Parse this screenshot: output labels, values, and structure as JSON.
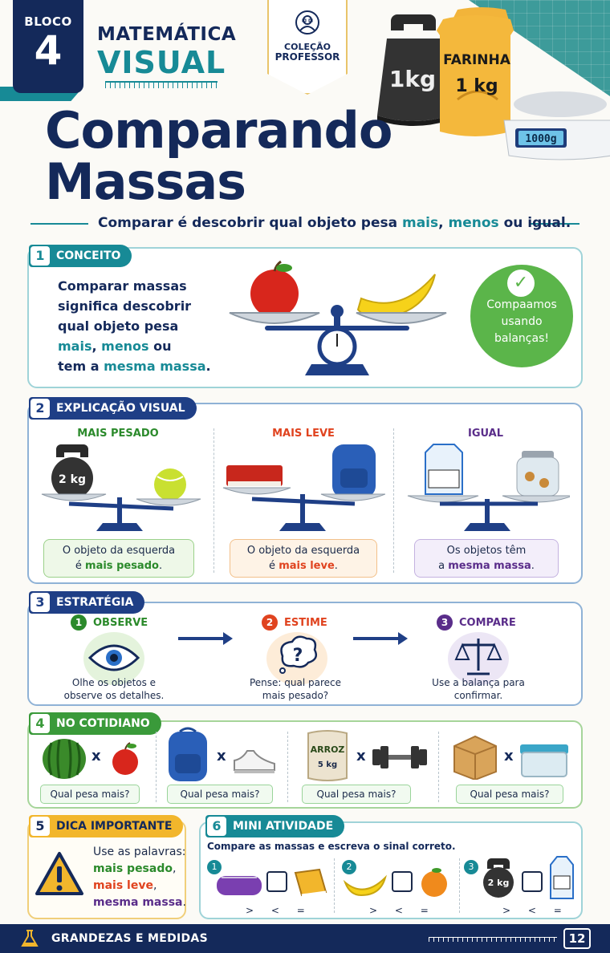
{
  "header": {
    "bloco_label": "BLOCO",
    "bloco_number": "4",
    "brand_line1": "MATEMÁTICA",
    "brand_line2": "VISUAL",
    "badge_line1": "COLEÇÃO",
    "badge_line2": "PROFESSOR",
    "title_line1": "Comparando",
    "title_line2": "Massas",
    "subtitle_pre": "Comparar é descobrir qual objeto pesa ",
    "subtitle_mais": "mais",
    "subtitle_mid": ", ",
    "subtitle_menos": "menos",
    "subtitle_post": " ou igual.",
    "weight_label": "1kg",
    "flour_label": "FARINHA",
    "flour_weight": "1 kg",
    "scale_display": "1000g"
  },
  "s1": {
    "num": "1",
    "tag": "CONCEITO",
    "line1": "Comparar massas",
    "line2": "significa descobrir",
    "line3": "qual objeto pesa",
    "w_mais": "mais",
    "sep1": ", ",
    "w_menos": "menos",
    "w_ou": " ou",
    "line5_pre": "tem a ",
    "w_mesma": "mesma massa",
    "line5_post": ".",
    "bubble_line1": "Compaamos",
    "bubble_line2": "usando",
    "bubble_line3": "balanças!"
  },
  "s2": {
    "num": "2",
    "tag": "EXPLICAÇÃO VISUAL",
    "c1_head": "MAIS PESADO",
    "c1_weight": "2 kg",
    "c1_line1": "O objeto da esquerda",
    "c1_pre": "é ",
    "c1_key": "mais pesado",
    "c1_post": ".",
    "c2_head": "MAIS LEVE",
    "c2_line1": "O objeto da esquerda",
    "c2_pre": "é ",
    "c2_key": "mais leve",
    "c2_post": ".",
    "c3_head": "IGUAL",
    "c3_line1": "Os objetos têm",
    "c3_pre": "a ",
    "c3_key": "mesma massa",
    "c3_post": "."
  },
  "s3": {
    "num": "3",
    "tag": "ESTRATÉGIA",
    "st1_num": "1",
    "st1_head": "OBSERVE",
    "st1_l1": "Olhe os objetos e",
    "st1_l2": "observe os detalhes.",
    "st2_num": "2",
    "st2_head": "ESTIME",
    "st2_l1": "Pense: qual parece",
    "st2_l2": "mais pesado?",
    "st3_num": "3",
    "st3_head": "COMPARE",
    "st3_l1": "Use a balança para",
    "st3_l2": "confirmar."
  },
  "s4": {
    "num": "4",
    "tag": "NO COTIDIANO",
    "x": "x",
    "question": "Qual pesa mais?",
    "rice_label": "ARROZ",
    "rice_weight": "5 kg"
  },
  "s5": {
    "num": "5",
    "tag": "DICA IMPORTANTE",
    "l1": "Use as palavras:",
    "w1": "mais pesado",
    "c1": ",",
    "w2": "mais leve",
    "c2": ",",
    "w3": "mesma massa",
    "c3": "."
  },
  "s6": {
    "num": "6",
    "tag": "MINI ATIVIDADE",
    "instruction": "Compare as massas e escreva o sinal correto.",
    "i1": "1",
    "i2": "2",
    "i3": "3",
    "signs": "> < =",
    "weight": "2 kg"
  },
  "footer": {
    "text": "GRANDEZAS E MEDIDAS",
    "page": "12"
  }
}
